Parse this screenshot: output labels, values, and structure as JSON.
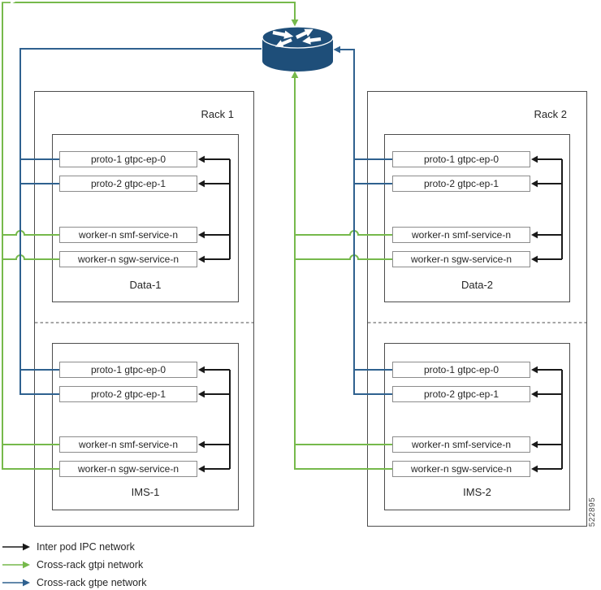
{
  "figure_number": "522895",
  "colors": {
    "ipc": "#1a1a1a",
    "gtpi": "#76b94b",
    "gtpe": "#2f618f",
    "router": "#1e4e79",
    "border": "#4d4d4d",
    "nodeborder": "#8c8c8c",
    "text": "#262626"
  },
  "router": {
    "icon": "cisco-router-icon"
  },
  "racks": [
    {
      "label": "Rack 1",
      "pods": [
        {
          "label": "Data-1",
          "nodes": [
            "proto-1 gtpc-ep-0",
            "proto-2 gtpc-ep-1",
            "worker-n smf-service-n",
            "worker-n sgw-service-n"
          ]
        },
        {
          "label": "IMS-1",
          "nodes": [
            "proto-1 gtpc-ep-0",
            "proto-2 gtpc-ep-1",
            "worker-n smf-service-n",
            "worker-n sgw-service-n"
          ]
        }
      ]
    },
    {
      "label": "Rack 2",
      "pods": [
        {
          "label": "Data-2",
          "nodes": [
            "proto-1 gtpc-ep-0",
            "proto-2 gtpc-ep-1",
            "worker-n smf-service-n",
            "worker-n sgw-service-n"
          ]
        },
        {
          "label": "IMS-2",
          "nodes": [
            "proto-1 gtpc-ep-0",
            "proto-2 gtpc-ep-1",
            "worker-n smf-service-n",
            "worker-n sgw-service-n"
          ]
        }
      ]
    }
  ],
  "legend": [
    {
      "label": "Inter pod IPC network",
      "network": "ipc"
    },
    {
      "label": "Cross-rack gtpi network",
      "network": "gtpi"
    },
    {
      "label": "Cross-rack gtpe network",
      "network": "gtpe"
    }
  ]
}
